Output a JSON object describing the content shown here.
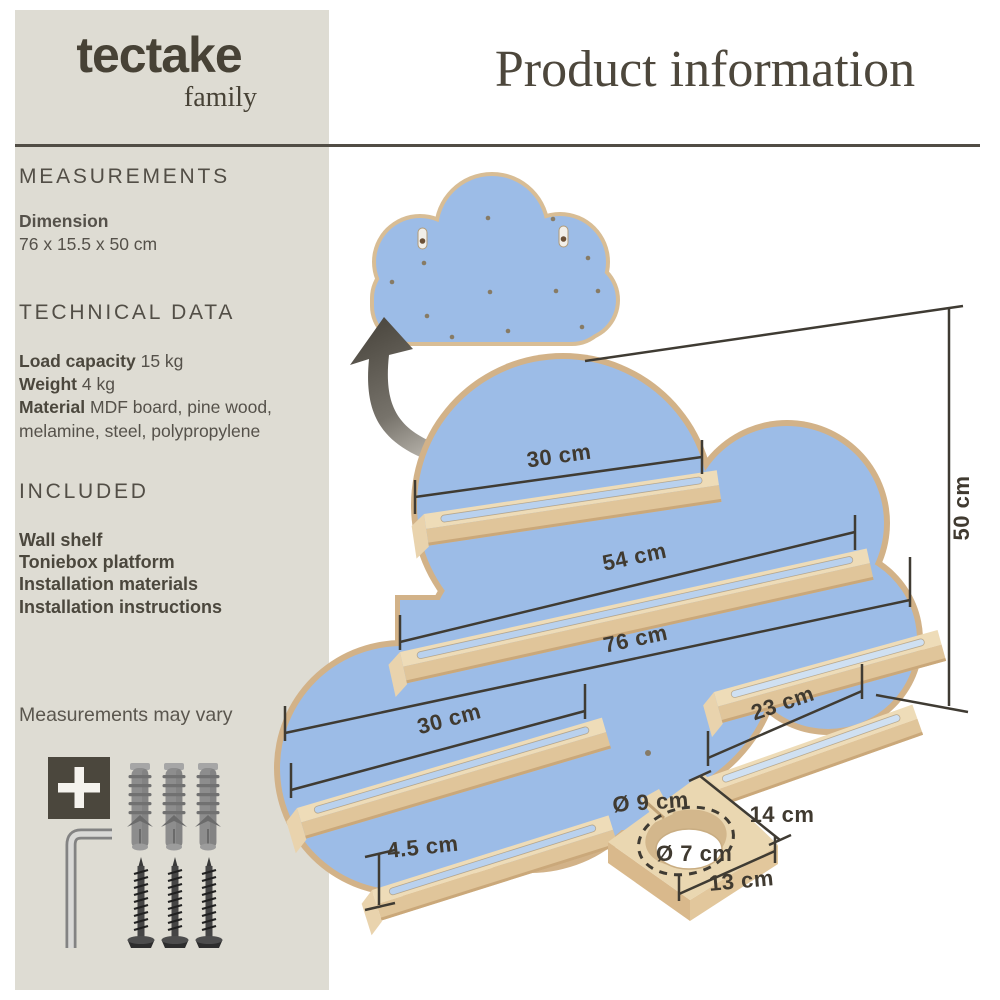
{
  "brand": {
    "name": "tectake",
    "sub": "family"
  },
  "page_title": "Product information",
  "sidebar": {
    "measurements": {
      "heading": "MEASUREMENTS",
      "dimension_label": "Dimension",
      "dimension_value": "76 x 15.5 x 50 cm"
    },
    "technical": {
      "heading": "TECHNICAL DATA",
      "rows": [
        {
          "label": "Load capacity",
          "value": "15 kg"
        },
        {
          "label": "Weight",
          "value": "4 kg"
        },
        {
          "label": "Material",
          "value": "MDF board, pine wood, melamine, steel, polypropylene"
        }
      ]
    },
    "included": {
      "heading": "INCLUDED",
      "items": [
        "Wall shelf",
        "Toniebox platform",
        "Installation materials",
        "Installation instructions"
      ]
    },
    "note": "Measurements may vary",
    "hardware_icons": [
      "plus-icon",
      "allen-key-icon",
      "wall-plug-icon",
      "screw-icon"
    ]
  },
  "diagram": {
    "labels": {
      "shelf_top": "30 cm",
      "shelf_middle": "54 cm",
      "total_width": "76 cm",
      "shelf_lower_left": "30 cm",
      "shelf_right": "23 cm",
      "total_height": "50 cm",
      "rail_height": "4.5 cm",
      "platform_recess_outer": "Ø 9 cm",
      "platform_recess_inner": "Ø 7 cm",
      "platform_depth": "14 cm",
      "platform_width": "13 cm"
    },
    "colors": {
      "cloud_blue": "#9cbce7",
      "wood_light": "#eedcb8",
      "wood_front": "#e0c59a",
      "wood_rim": "#d2b288",
      "line": "#3f3b33"
    }
  }
}
